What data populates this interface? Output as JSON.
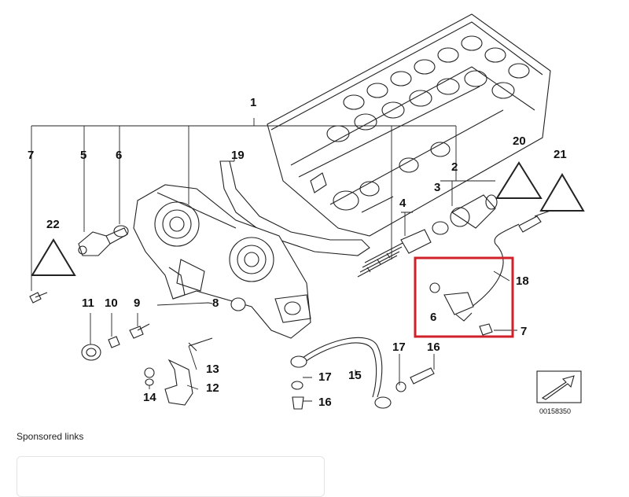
{
  "diagram": {
    "labels": {
      "l1": "1",
      "l2": "2",
      "l3": "3",
      "l4": "4",
      "l5": "5",
      "l6a": "6",
      "l6b": "6",
      "l7a": "7",
      "l7b": "7",
      "l8": "8",
      "l9": "9",
      "l10": "10",
      "l11": "11",
      "l12": "12",
      "l13": "13",
      "l14": "14",
      "l15": "15",
      "l16a": "16",
      "l16b": "16",
      "l17a": "17",
      "l17b": "17",
      "l18": "18",
      "l19": "19",
      "l20": "20",
      "l21": "21",
      "l22": "22"
    },
    "part_number": "00158350",
    "highlight_color": "#d0202a"
  },
  "footer": {
    "sponsored_label": "Sponsored links"
  }
}
